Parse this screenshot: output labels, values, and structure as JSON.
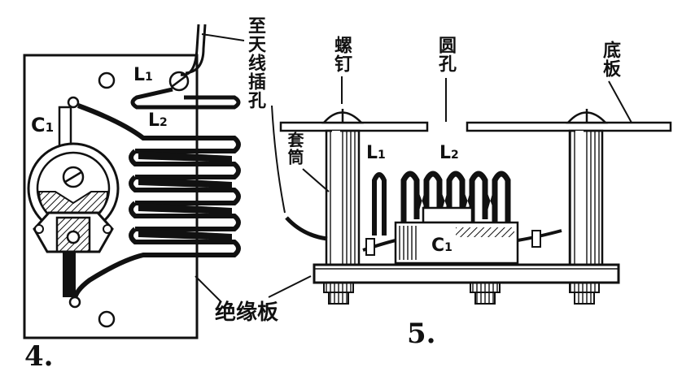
{
  "figure4": {
    "number": "4.",
    "labels": {
      "c1": "C",
      "c1_sub": "1",
      "l1": "L",
      "l1_sub": "1",
      "l2": "L",
      "l2_sub": "2",
      "antenna": "至天线插孔",
      "insulating_board": "绝缘板"
    }
  },
  "figure5": {
    "number": "5.",
    "labels": {
      "screw": "螺钉",
      "round_hole": "圆孔",
      "chassis": "底板",
      "sleeve": "套筒",
      "l1": "L",
      "l1_sub": "1",
      "l2": "L",
      "l2_sub": "2",
      "c1": "C",
      "c1_sub": "1"
    }
  },
  "colors": {
    "ink": "#111111",
    "paper": "#ffffff"
  }
}
